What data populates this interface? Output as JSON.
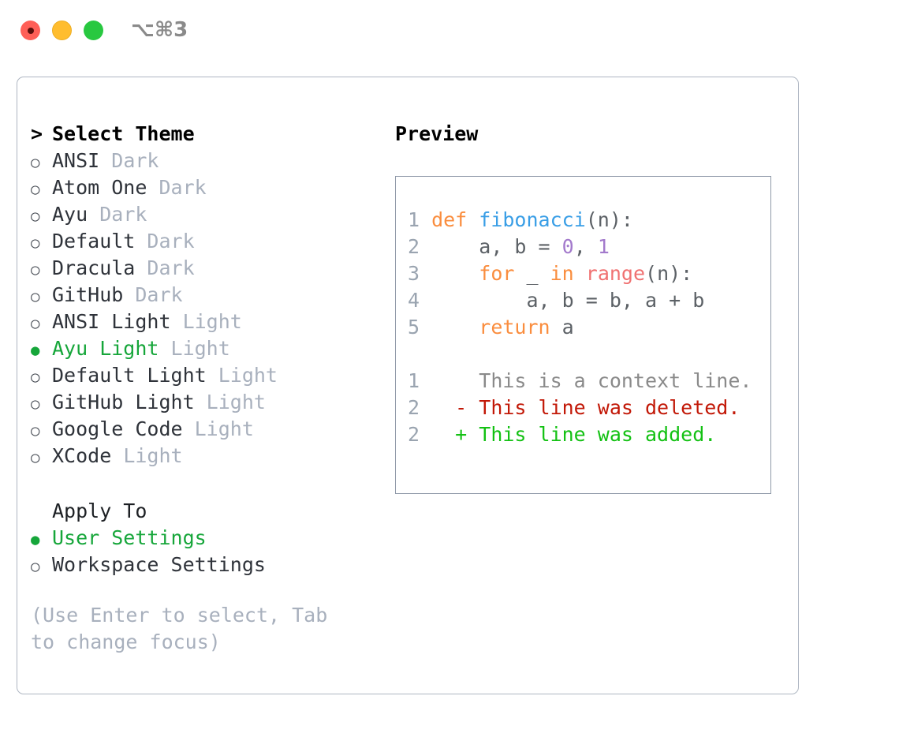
{
  "titlebar": {
    "shortcut": "⌥⌘3",
    "buttons": [
      {
        "name": "close",
        "color": "#ff5f57"
      },
      {
        "name": "minimize",
        "color": "#ffbd2e"
      },
      {
        "name": "maximize",
        "color": "#28c840"
      }
    ]
  },
  "theme_panel": {
    "heading": "Select Theme",
    "heading_marker": ">",
    "selected_index": 7,
    "items": [
      {
        "marker": "○",
        "name": "ANSI",
        "kind": "Dark",
        "selected": false
      },
      {
        "marker": "○",
        "name": "Atom One",
        "kind": "Dark",
        "selected": false
      },
      {
        "marker": "○",
        "name": "Ayu",
        "kind": "Dark",
        "selected": false
      },
      {
        "marker": "○",
        "name": "Default",
        "kind": "Dark",
        "selected": false
      },
      {
        "marker": "○",
        "name": "Dracula",
        "kind": "Dark",
        "selected": false
      },
      {
        "marker": "○",
        "name": "GitHub",
        "kind": "Dark",
        "selected": false
      },
      {
        "marker": "○",
        "name": "ANSI Light",
        "kind": "Light",
        "selected": false
      },
      {
        "marker": "●",
        "name": "Ayu Light",
        "kind": "Light",
        "selected": true
      },
      {
        "marker": "○",
        "name": "Default Light",
        "kind": "Light",
        "selected": false
      },
      {
        "marker": "○",
        "name": "GitHub Light",
        "kind": "Light",
        "selected": false
      },
      {
        "marker": "○",
        "name": "Google Code",
        "kind": "Light",
        "selected": false
      },
      {
        "marker": "○",
        "name": "XCode",
        "kind": "Light",
        "selected": false
      }
    ]
  },
  "apply_to": {
    "title": "Apply To",
    "selected_index": 0,
    "items": [
      {
        "marker": "●",
        "label": "User Settings",
        "selected": true
      },
      {
        "marker": "○",
        "label": "Workspace Settings",
        "selected": false
      }
    ]
  },
  "hint": "(Use Enter to select, Tab to change focus)",
  "preview": {
    "title": "Preview",
    "code_lines": [
      {
        "number": "1",
        "tokens": [
          {
            "t": "def",
            "c": "kw"
          },
          {
            "t": " ",
            "c": "plain"
          },
          {
            "t": "fibonacci",
            "c": "fn"
          },
          {
            "t": "(n):",
            "c": "punct"
          }
        ]
      },
      {
        "number": "2",
        "tokens": [
          {
            "t": "    a, b = ",
            "c": "plain"
          },
          {
            "t": "0",
            "c": "num"
          },
          {
            "t": ", ",
            "c": "plain"
          },
          {
            "t": "1",
            "c": "num"
          }
        ]
      },
      {
        "number": "3",
        "tokens": [
          {
            "t": "    ",
            "c": "plain"
          },
          {
            "t": "for",
            "c": "kw"
          },
          {
            "t": " _ ",
            "c": "plain"
          },
          {
            "t": "in",
            "c": "kw"
          },
          {
            "t": " ",
            "c": "plain"
          },
          {
            "t": "range",
            "c": "builtin"
          },
          {
            "t": "(n):",
            "c": "punct"
          }
        ]
      },
      {
        "number": "4",
        "tokens": [
          {
            "t": "        a, b = b, a + b",
            "c": "plain"
          }
        ]
      },
      {
        "number": "5",
        "tokens": [
          {
            "t": "    ",
            "c": "plain"
          },
          {
            "t": "return",
            "c": "kw"
          },
          {
            "t": " a",
            "c": "plain"
          }
        ]
      }
    ],
    "diff_lines": [
      {
        "number": "1",
        "sign": " ",
        "text": "This is a context line.",
        "kind": "ctx"
      },
      {
        "number": "2",
        "sign": "-",
        "text": "This line was deleted.",
        "kind": "del"
      },
      {
        "number": "2",
        "sign": "+",
        "text": "This line was added.",
        "kind": "add"
      }
    ]
  },
  "colors": {
    "accent_green": "#16a63a",
    "muted": "#a8b0bd",
    "keyword": "#fa8d3e",
    "function": "#399ee6",
    "builtin": "#f07171",
    "number": "#a37acc",
    "diff_deleted": "#c21807",
    "diff_added": "#13c113",
    "border": "#8f99a8"
  }
}
